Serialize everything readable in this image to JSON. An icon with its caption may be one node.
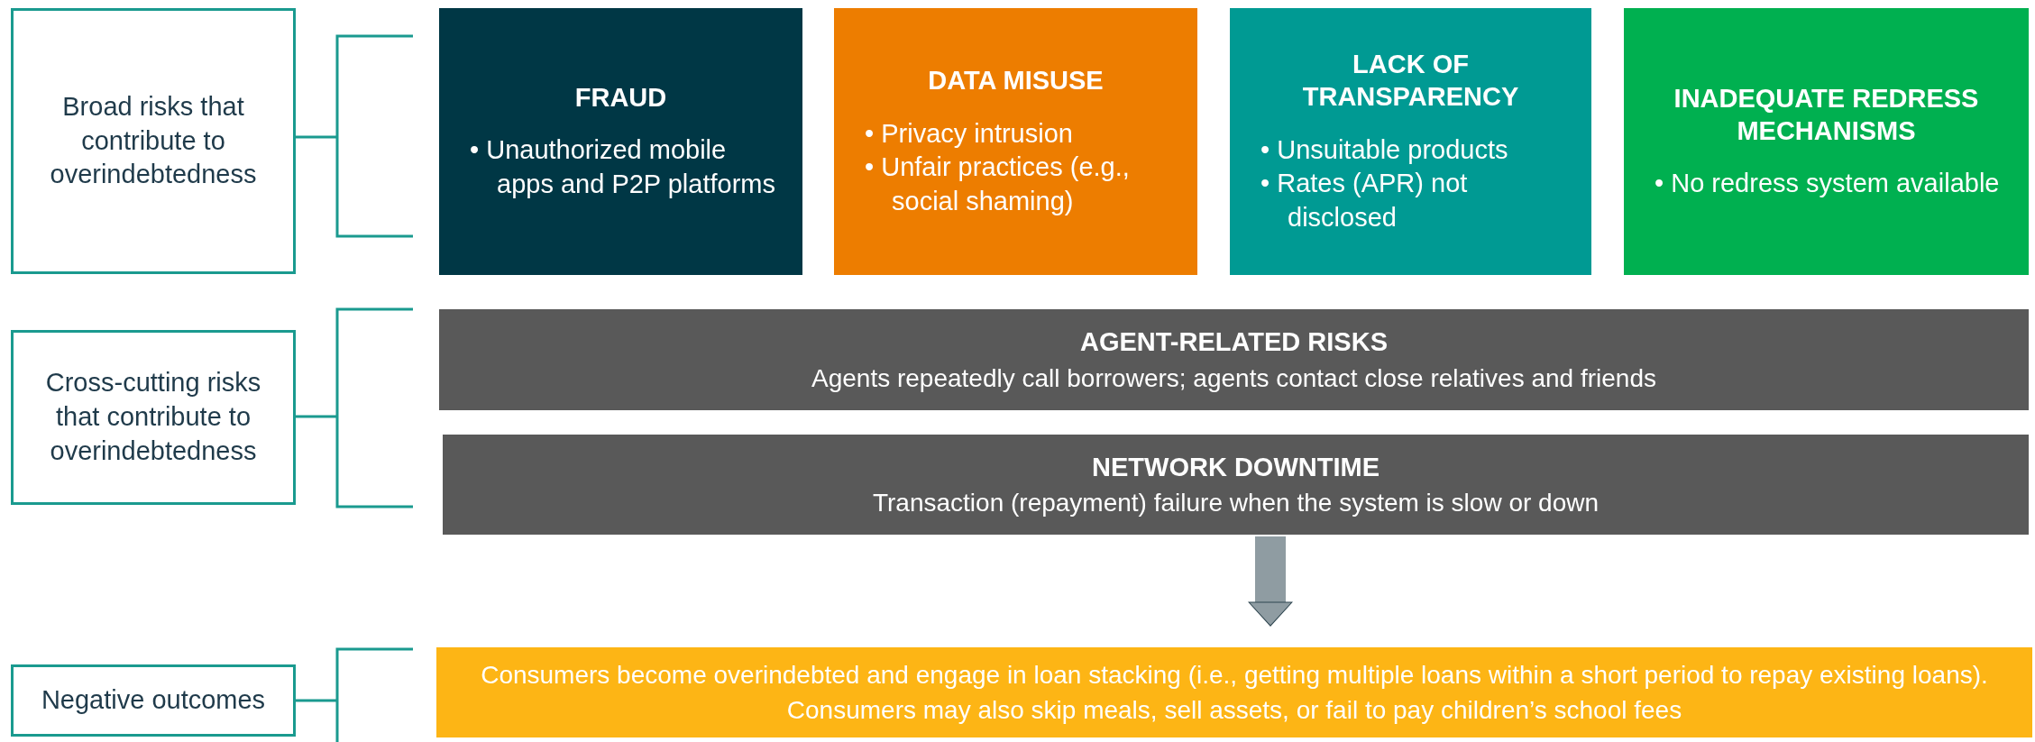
{
  "diagram": {
    "nodes": [
      {
        "text": [
          "Broad risks that contribute to overindebtedness"
        ]
      },
      {
        "text": [
          "FRAUD",
          "• Unauthorized mobile apps and P2P platforms"
        ]
      },
      {
        "text": [
          "DATA MISUSE",
          "• Privacy intrusion",
          "• Unfair practices (e.g., social shaming)"
        ]
      },
      {
        "text": [
          "LACK OF TRANSPARENCY",
          "• Unsuitable products",
          "• Rates (APR) not disclosed"
        ]
      },
      {
        "text": [
          "INADEQUATE REDRESS MECHANISMS",
          "• No redress system available"
        ]
      },
      {
        "text": [
          "Cross-cutting risks that contribute to overindebtedness"
        ]
      },
      {
        "text": [
          "AGENT-RELATED RISKS",
          "Agents repeatedly call borrowers; agents contact close relatives and friends"
        ]
      },
      {
        "text": [
          "NETWORK DOWNTIME",
          "Transaction (repayment) failure when the system is slow or down"
        ]
      },
      {
        "text": [
          "Negative outcomes"
        ]
      },
      {
        "text": [
          "Consumers become overindebted and engage in loan stacking (i.e., getting multiple loans within a short period to repay existing loans). Consumers may also skip meals, sell assets, or fail to pay children’s school fees"
        ]
      }
    ],
    "edges": [
      {
        "from": 7,
        "to": 9,
        "arrow": "to"
      }
    ]
  }
}
